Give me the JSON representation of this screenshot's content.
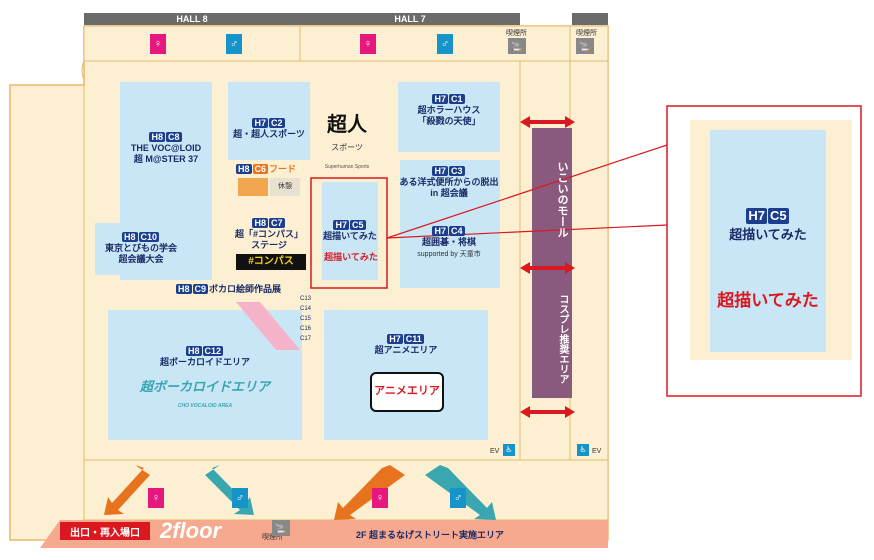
{
  "halls": {
    "hall8": "HALL 8",
    "hall7": "HALL 7"
  },
  "smoking": {
    "label": "喫煙所"
  },
  "booths": {
    "c8": {
      "hall": "H8",
      "code": "C8",
      "line1": "THE VOC@LOID",
      "line2": "超 M@STER 37"
    },
    "c2": {
      "hall": "H7",
      "code": "C2",
      "line1": "超・超人スポーツ"
    },
    "c2logo": {
      "main": "超人",
      "sub": "スポーツ",
      "en": "Superhuman Sports"
    },
    "c6": {
      "hall": "H8",
      "code": "C6",
      "name": "フード"
    },
    "rest": {
      "label": "休憩"
    },
    "c10": {
      "hall": "H8",
      "code": "C10",
      "line1": "東京とびもの学会",
      "line2": "超会議大会"
    },
    "c7": {
      "hall": "H8",
      "code": "C7",
      "line1": "超「#コンパス」",
      "line2": "ステージ",
      "logo": "#コンパス"
    },
    "c9": {
      "hall": "H8",
      "code": "C9",
      "name": "ボカロ絵師作品展"
    },
    "c5": {
      "hall": "H7",
      "code": "C5",
      "line1": "超描いてみた",
      "logo": "超描いてみた"
    },
    "c1": {
      "hall": "H7",
      "code": "C1",
      "line1": "超ホラーハウス",
      "line2": "「殺戮の天使」"
    },
    "c3": {
      "hall": "H7",
      "code": "C3",
      "line1": "ある洋式便所からの脱出",
      "line2": "in 超会議"
    },
    "c4": {
      "hall": "H7",
      "code": "C4",
      "line1": "超囲碁・将棋",
      "line2": "supported by 天童市"
    },
    "c12": {
      "hall": "H8",
      "code": "C12",
      "line1": "超ボーカロイドエリア",
      "logo": "超ボーカロイドエリア",
      "logo_en": "CHO VOCALOID AREA"
    },
    "c11": {
      "hall": "H7",
      "code": "C11",
      "line1": "超アニメエリア",
      "logo": "アニメエリア"
    },
    "small_tags": [
      "C13",
      "C14",
      "C15",
      "C16",
      "C17"
    ]
  },
  "corridor": {
    "top": "いこいのモール",
    "bottom": "コスプレ推奨エリア"
  },
  "ev": {
    "label": "EV"
  },
  "footer": {
    "exit": "出口・再入場口",
    "floor": "2floor",
    "smoking": "喫煙所",
    "street": "2F 超まるなげストリート実施エリア"
  },
  "callout": {
    "hall": "H7",
    "code": "C5",
    "title": "超描いてみた",
    "logo": "超描いてみた"
  },
  "colors": {
    "floor": "#fdf0d2",
    "booth": "#c9e6f6",
    "corridor": "#8a5a7e",
    "navy": "#1a2a66",
    "red": "#d9191f",
    "orange": "#e8731f",
    "teal": "#3aa6b0",
    "street": "#f6a98e"
  }
}
